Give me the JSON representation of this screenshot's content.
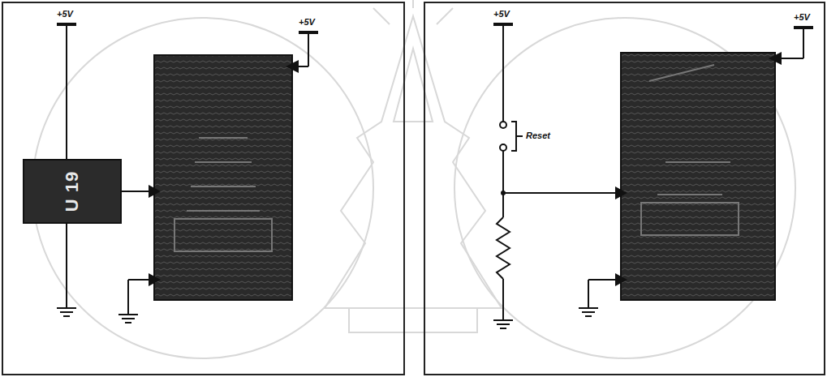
{
  "diagram": {
    "nodes": [
      {
        "text": [
          "U 19"
        ]
      }
    ],
    "labels": [
      "+5V",
      "+5V",
      "+5V",
      "+5V",
      "Reset"
    ]
  }
}
